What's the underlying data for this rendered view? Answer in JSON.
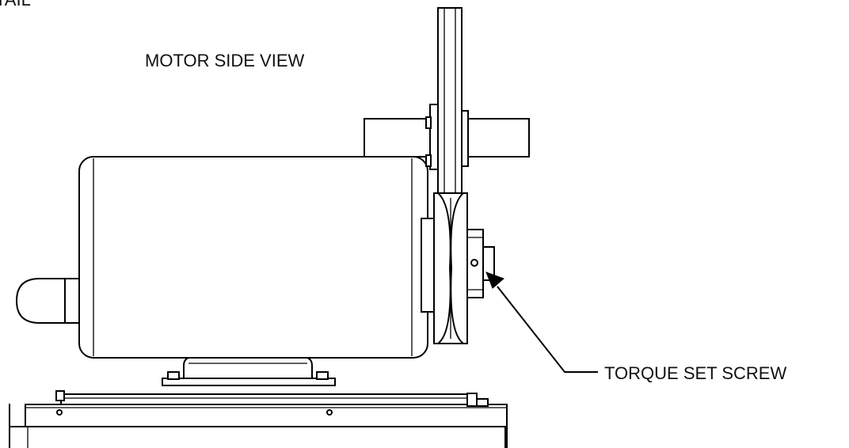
{
  "labels": {
    "corner_fragment": "TAIL",
    "view_title": "MOTOR SIDE VIEW",
    "callout": "TORQUE SET SCREW"
  },
  "colors": {
    "line": "#000000",
    "background": "#ffffff"
  }
}
